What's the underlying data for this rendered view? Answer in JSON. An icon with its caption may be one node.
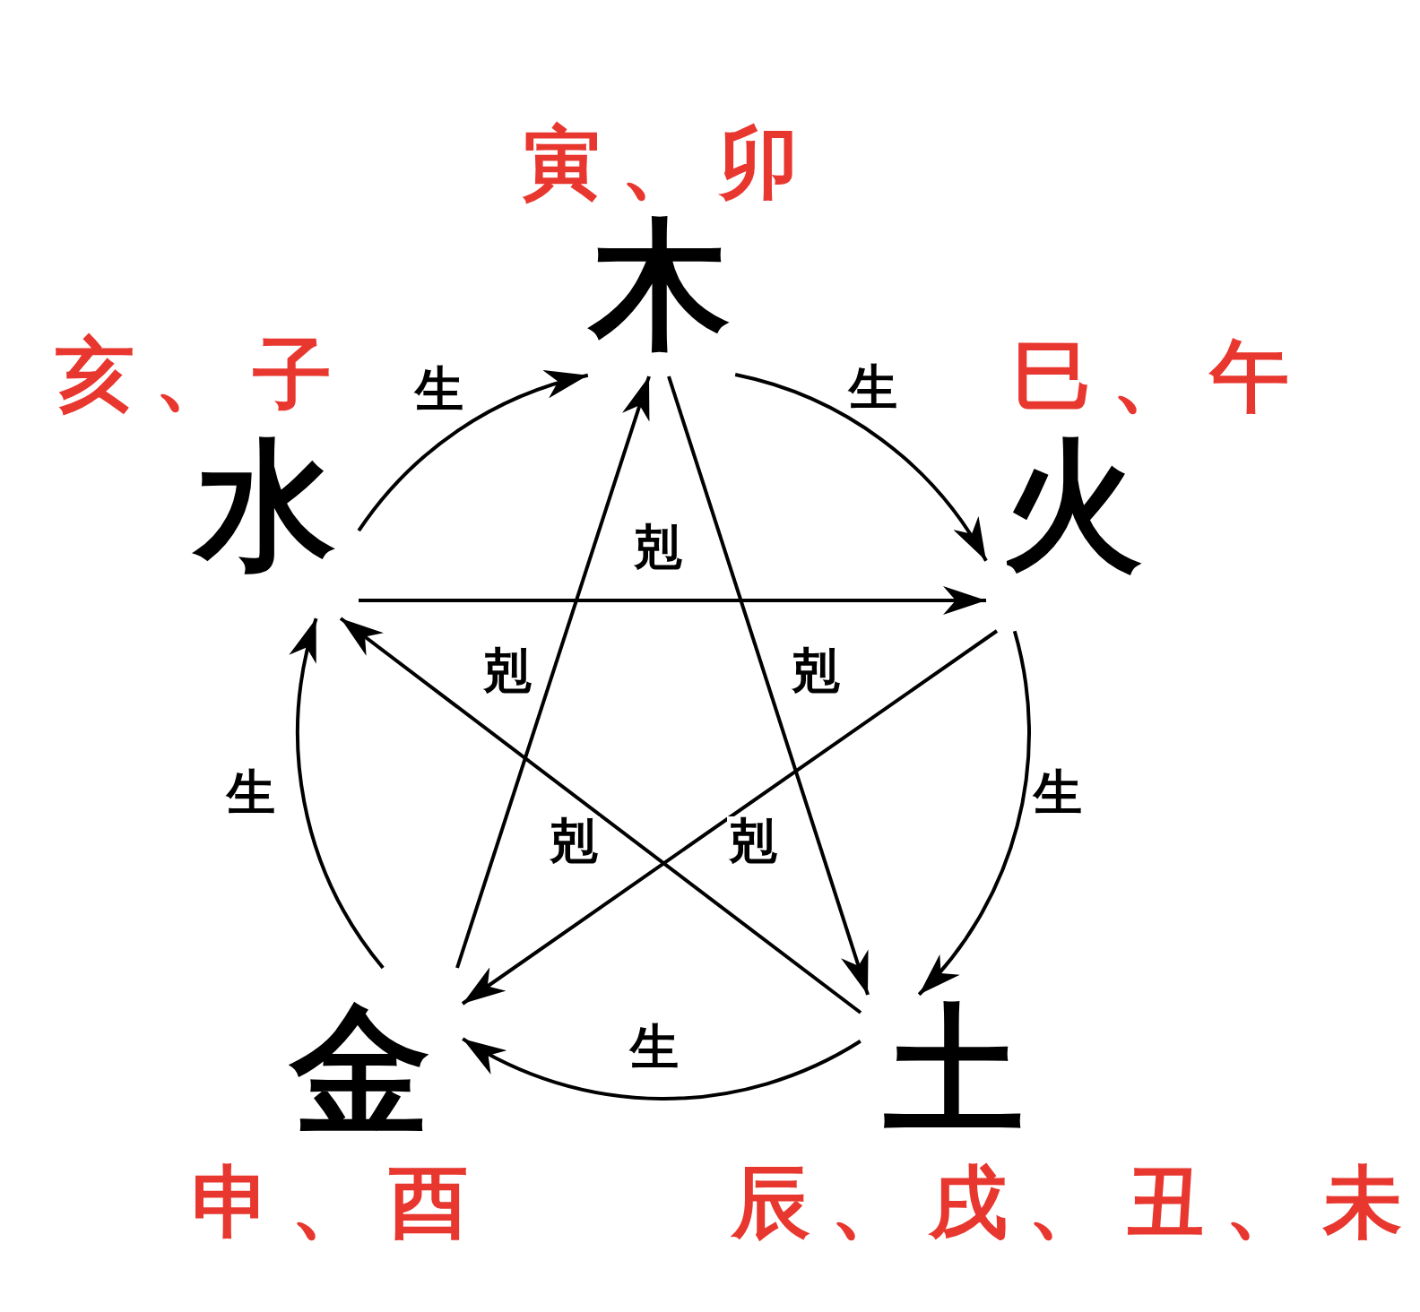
{
  "diagram": {
    "nodes": [
      {
        "text": [
          "木"
        ],
        "beside": [
          "寅、卯"
        ]
      },
      {
        "text": [
          "水"
        ],
        "beside": [
          "亥、子"
        ]
      },
      {
        "text": [
          "火"
        ],
        "beside": [
          "巳、午"
        ]
      },
      {
        "text": [
          "金"
        ],
        "beside": [
          "申、酉"
        ]
      },
      {
        "text": [
          "土"
        ],
        "beside": [
          "辰、戌、丑、未"
        ]
      }
    ],
    "edges": [
      {
        "from": 1,
        "to": 0,
        "arrow": "to",
        "label": "生"
      },
      {
        "from": 0,
        "to": 2,
        "arrow": "to",
        "label": "生"
      },
      {
        "from": 2,
        "to": 4,
        "arrow": "to",
        "label": "生"
      },
      {
        "from": 4,
        "to": 3,
        "arrow": "to",
        "label": "生"
      },
      {
        "from": 3,
        "to": 1,
        "arrow": "to",
        "label": "生"
      },
      {
        "from": 1,
        "to": 2,
        "arrow": "to",
        "label": "剋"
      },
      {
        "from": 3,
        "to": 0,
        "arrow": "to",
        "label": "剋"
      },
      {
        "from": 0,
        "to": 4,
        "arrow": "to",
        "label": "剋"
      },
      {
        "from": 4,
        "to": 1,
        "arrow": "to",
        "label": "剋"
      },
      {
        "from": 2,
        "to": 3,
        "arrow": "to",
        "label": "剋"
      }
    ]
  }
}
